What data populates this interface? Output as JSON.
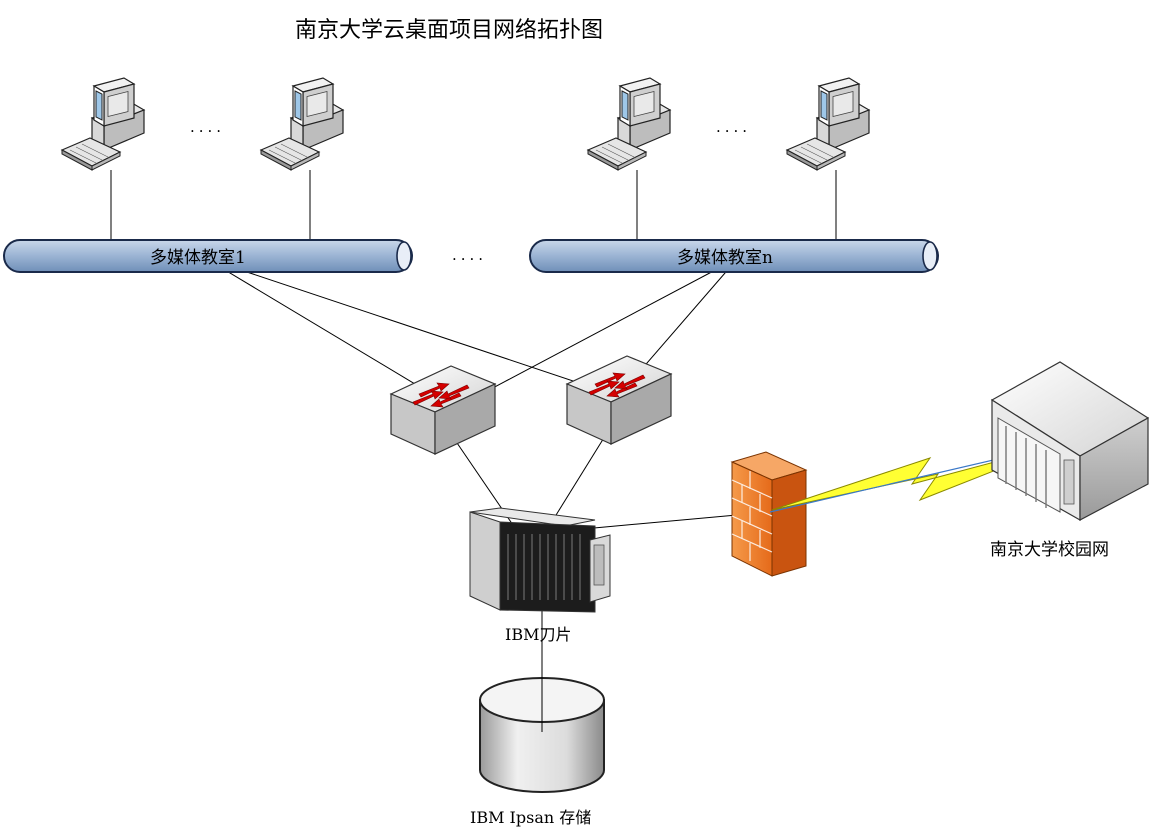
{
  "title": "南京大学云桌面项目网络拓扑图",
  "segments": [
    {
      "label": "多媒体教室1"
    },
    {
      "label": "多媒体教室n"
    }
  ],
  "nodes": {
    "blade": "IBM刀片",
    "storage": "IBM Ipsan 存储",
    "campus": "南京大学校园网"
  },
  "ellipsis": "....",
  "colors": {
    "pipe_fill": "#9fb7d6",
    "pipe_stroke": "#1a2a4a",
    "firewall": "#f07a2a",
    "lightning": "#ffff33",
    "switch_arrow": "#d40000"
  },
  "icons": [
    "workstation-icon",
    "lan-segment-pipe",
    "switch-icon",
    "blade-server-icon",
    "firewall-icon",
    "lightning-link-icon",
    "campus-building-icon",
    "storage-cylinder-icon"
  ]
}
